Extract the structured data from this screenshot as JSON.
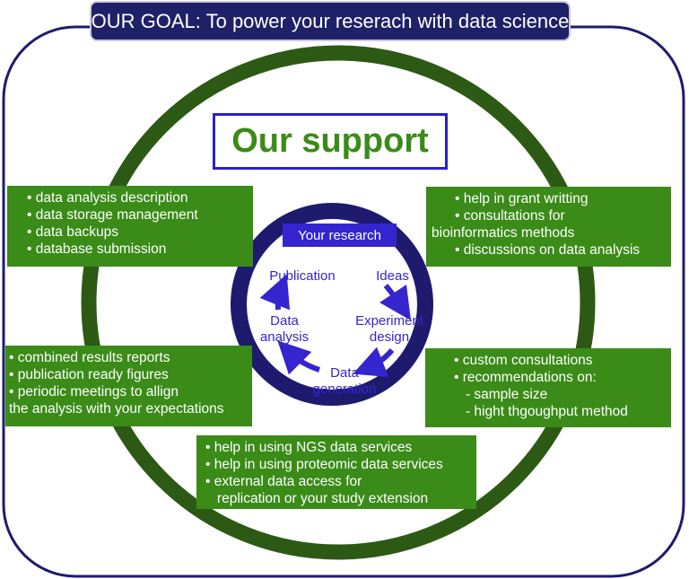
{
  "goal": "OUR GOAL: To power your reserach with data science",
  "support_title": "Our support",
  "center": {
    "title": "Your research",
    "steps": {
      "publication": "Publication",
      "ideas": "Ideas",
      "experiment": [
        "Experiment",
        "design"
      ],
      "generation": [
        "Data",
        "generation"
      ],
      "analysis": [
        "Data",
        "analysis"
      ]
    }
  },
  "boxes": {
    "top_left": [
      "• data analysis description",
      "• data storage management",
      "• data backups",
      "• database submission"
    ],
    "top_right": [
      "• help in grant writting",
      "• consultations for",
      "bioinformatics methods",
      "• discussions on data analysis"
    ],
    "middle_left": [
      "• combined results reports",
      "• publication ready figures",
      "• periodic meetings to allign",
      "the analysis with your expectations"
    ],
    "middle_right": [
      "• custom consultations",
      "• recommendations on:",
      "   - sample size",
      "   - hight thgoughput method"
    ],
    "bottom": [
      "• help in using NGS data services",
      "• help in using proteomic data services",
      "• external data access for",
      "   replication or your study extension"
    ]
  },
  "colors": {
    "navy": "#1e2168",
    "dark_green": "#2c5a14",
    "box_green": "#3a8b17",
    "purple": "#3525cf",
    "ring_navy": "#1e1b6e"
  }
}
